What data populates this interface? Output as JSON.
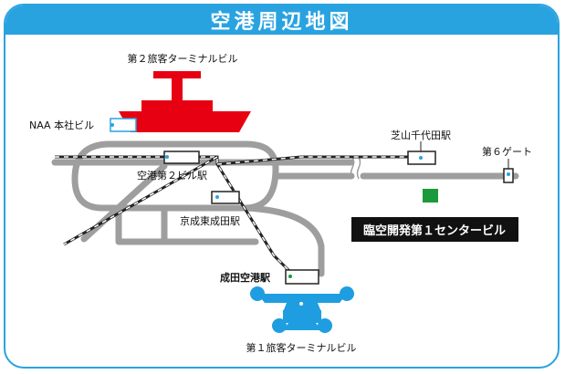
{
  "title": "空港周辺地図",
  "labels": {
    "terminal2": "第２旅客ターミナルビル",
    "naa_hq": "NAA 本社ビル",
    "airport_t2_station": "空港第２ビル駅",
    "keisei_higashi_narita": "京成東成田駅",
    "shibayama_chiyoda": "芝山千代田駅",
    "gate6": "第６ゲート",
    "narita_airport_station": "成田空港駅",
    "terminal1": "第１旅客ターミナルビル",
    "highlight_building": "臨空開発第１センタービル"
  },
  "colors": {
    "accent_blue": "#29a3e0",
    "terminal2_red": "#e60012",
    "terminal1_blue": "#1e9ee0",
    "road_gray": "#9e9e9e",
    "marker_green": "#1a9a3a",
    "highlight_bg": "#111111"
  }
}
